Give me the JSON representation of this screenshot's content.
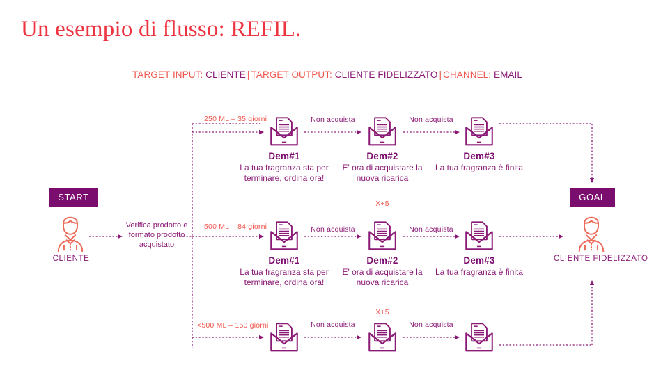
{
  "title": "Un esempio di flusso: REFIL.",
  "subtitle": {
    "input_key": "TARGET INPUT:",
    "input_value": "CLIENTE",
    "sep1": "|",
    "output_key": "TARGET OUTPUT:",
    "output_value": "CLIENTE FIDELIZZATO",
    "sep2": "|",
    "channel_key": "CHANNEL:",
    "channel_value": "EMAIL"
  },
  "nodes": {
    "start_label": "START",
    "goal_label": "GOAL",
    "client_label": "CLIENTE",
    "client_loyal_label": "CLIENTE FIDELIZZATO",
    "verify_label": "Verifica prodotto e formato prodotto acquistato"
  },
  "branches": [
    {
      "id": "row1",
      "condition": "250 ML – 35 giorni",
      "delay": "",
      "steps": [
        {
          "name": "Dem#1",
          "desc": "La tua fragranza sta per terminare, ordina ora!",
          "edge_in": "Non acquista"
        },
        {
          "name": "Dem#2",
          "desc": "E' ora di acquistare la nuova ricarica",
          "edge_in": "Non acquista"
        },
        {
          "name": "Dem#3",
          "desc": "La tua fragranza è finita",
          "edge_in": ""
        }
      ]
    },
    {
      "id": "row2",
      "condition": "500 ML – 84 giorni",
      "delay": "X+5",
      "steps": [
        {
          "name": "Dem#1",
          "desc": "La tua fragranza sta per terminare, ordina ora!",
          "edge_in": "Non acquista"
        },
        {
          "name": "Dem#2",
          "desc": "E' ora di acquistare la nuova ricarica",
          "edge_in": "Non acquista"
        },
        {
          "name": "Dem#3",
          "desc": "La tua fragranza è finita",
          "edge_in": ""
        }
      ]
    },
    {
      "id": "row3",
      "condition": "<500 ML – 150 giorni",
      "delay": "X+5",
      "steps": [
        {
          "name": "",
          "desc": "",
          "edge_in": "Non acquista"
        },
        {
          "name": "",
          "desc": "",
          "edge_in": "Non acquista"
        },
        {
          "name": "",
          "desc": "",
          "edge_in": ""
        }
      ]
    }
  ],
  "colors": {
    "title_red": "#ee3440",
    "label_red": "#f0574f",
    "purple": "#8b1a76",
    "deep_purple": "#7b0d6e",
    "coral": "#ee6a5a"
  }
}
